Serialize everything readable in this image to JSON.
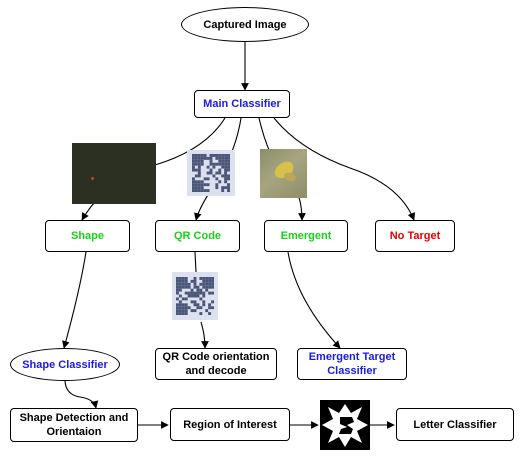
{
  "nodes": {
    "captured_image": "Captured Image",
    "main_classifier": "Main Classifier",
    "shape": "Shape",
    "qr_code": "QR Code",
    "emergent": "Emergent",
    "no_target": "No Target",
    "shape_classifier": "Shape Classifier",
    "qr_decode": "QR Code orientation and decode",
    "emergent_target_classifier": "Emergent Target Classifier",
    "shape_detection": "Shape Detection and Orientaion",
    "region_of_interest": "Region of Interest",
    "letter_classifier": "Letter Classifier"
  },
  "colors": {
    "classifier_text": "#1a1ae6",
    "category_text": "#19d019",
    "no_target_text": "#e60000",
    "default_text": "#000000",
    "lines": "#000000"
  },
  "icons": {
    "sample_shape": "dark-field-photo",
    "sample_qr": "qr-code-image",
    "sample_emergent": "emergent-target-photo",
    "sample_qr_decode": "qr-code-image",
    "sample_letter": "letter-mask-image"
  }
}
